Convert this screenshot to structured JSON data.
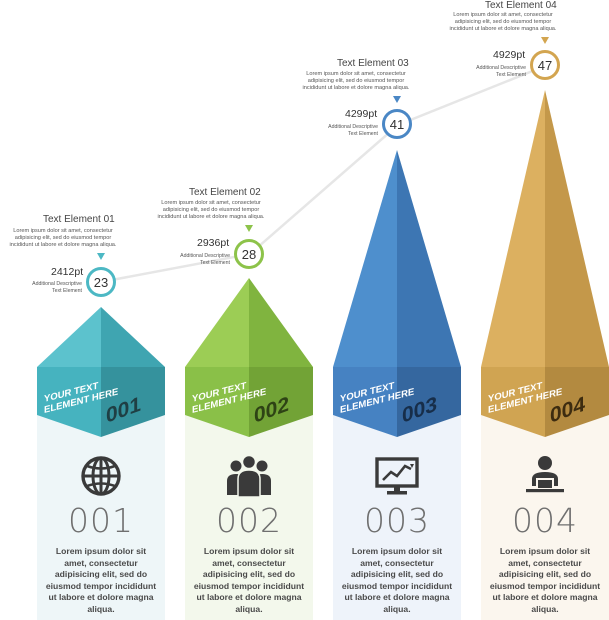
{
  "colors": {
    "teal": "#4cb8c4",
    "green": "#8dc34a",
    "blue": "#4a87c5",
    "gold": "#d3a550",
    "line": "#e5e5e5"
  },
  "badge_text": "YOUR TEXT ELEMENT HERE",
  "description": "Lorem ipsum dolor sit amet, consectetur adipisicing elit, sed do eiusmod tempor incididunt ut labore et dolore magna aliqua.",
  "items": [
    {
      "title": "Text Element 01",
      "title_desc": [
        "Lorem ipsum dolor sit amet, consectetur",
        "adipisicing elit, sed do eiusmod tempor",
        "incididunt ut labore et dolore magna aliqua."
      ],
      "value": "2412pt",
      "additional": [
        "Additional Descriptive",
        "Text Element"
      ],
      "circle": "23",
      "badge_number": "001",
      "big_number": "001",
      "icon": "globe-icon",
      "panel_text": [
        "Lorem ipsum dolor sit",
        "amet, consectetur",
        "adipisicing elit, sed do",
        "eiusmod tempor incididunt",
        "ut labore et dolore magna",
        "aliqua."
      ]
    },
    {
      "title": "Text Element 02",
      "title_desc": [
        "Lorem ipsum dolor sit amet, consectetur",
        "adipisicing elit, sed do eiusmod tempor",
        "incididunt ut labore et dolore magna aliqua."
      ],
      "value": "2936pt",
      "additional": [
        "Additional Descriptive",
        "Text Element"
      ],
      "circle": "28",
      "badge_number": "002",
      "big_number": "002",
      "icon": "group-icon",
      "panel_text": [
        "Lorem ipsum dolor sit",
        "amet, consectetur",
        "adipisicing elit, sed do",
        "eiusmod tempor incididunt",
        "ut labore et dolore magna",
        "aliqua."
      ]
    },
    {
      "title": "Text Element 03",
      "title_desc": [
        "Lorem ipsum dolor sit amet, consectetur",
        "adipisicing elit, sed do eiusmod tempor",
        "incididunt ut labore et dolore magna aliqua."
      ],
      "value": "4299pt",
      "additional": [
        "Additional Descriptive",
        "Text Element"
      ],
      "circle": "41",
      "badge_number": "003",
      "big_number": "003",
      "icon": "monitor-chart-icon",
      "panel_text": [
        "Lorem ipsum dolor sit",
        "amet, consectetur",
        "adipisicing elit, sed do",
        "eiusmod tempor incididunt",
        "ut labore et dolore magna",
        "aliqua."
      ]
    },
    {
      "title": "Text Element 04",
      "title_desc": [
        "Lorem ipsum dolor sit amet, consectetur",
        "adipisicing elit, sed do eiusmod tempor",
        "incididunt ut labore et dolore magna aliqua."
      ],
      "value": "4929pt",
      "additional": [
        "Additional Descriptive",
        "Text Element"
      ],
      "circle": "47",
      "badge_number": "004",
      "big_number": "004",
      "icon": "user-laptop-icon",
      "panel_text": [
        "Lorem ipsum dolor sit",
        "amet, consectetur",
        "adipisicing elit, sed do",
        "eiusmod tempor incididunt",
        "ut labore et dolore magna",
        "aliqua."
      ]
    }
  ]
}
